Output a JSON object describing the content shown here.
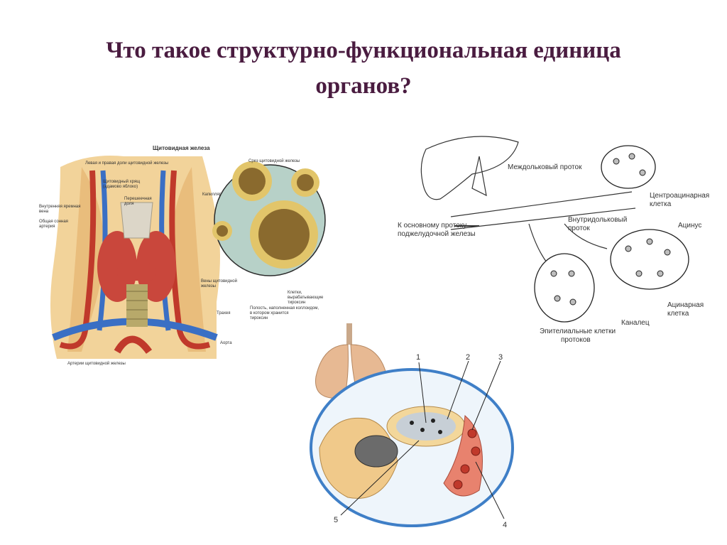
{
  "slide": {
    "title_line1": "Что такое структурно-функциональная единица",
    "title_line2": "органов?"
  },
  "thyroid": {
    "heading": "Щитовидная железа",
    "label_lobes_1": "Левая и правая доли щитовидной железы",
    "label_isthmus_1": "Щитовидный хрящ",
    "label_isthmus_2": "(адамово яблоко)",
    "label_parathyroid_1": "Перешеечная",
    "label_parathyroid_2": "доля",
    "label_jugular_1": "Внутренняя яремная",
    "label_jugular_2": "вена",
    "label_carotid_1": "Общая сонная",
    "label_carotid_2": "артерия",
    "label_veins_1": "Вены щитовидной",
    "label_veins_2": "железы",
    "label_trachea": "Трахея",
    "label_aorta": "Аорта",
    "label_arteries": "Артерии щитовидной железы"
  },
  "thyroid_section": {
    "heading": "Срез щитовидной железы",
    "label_capillary": "Капилляр",
    "label_cells_1": "Клетки,",
    "label_cells_2": "вырабатывающие",
    "label_cells_3": "тироксин",
    "label_cavity_1": "Полость, наполненная коллоидом,",
    "label_cavity_2": "в котором хранится",
    "label_cavity_3": "тироксин"
  },
  "pancreas": {
    "label_interlobular": "Междольковый проток",
    "label_centroacinar_1": "Центроацинарная",
    "label_centroacinar_2": "клетка",
    "label_intralobular_1": "Внутридольковый",
    "label_intralobular_2": "проток",
    "label_main_duct_1": "К основному протоку",
    "label_main_duct_2": "поджелудочной железы",
    "label_acinus": "Ацинус",
    "label_acinar_1": "Ацинарная",
    "label_acinar_2": "клетка",
    "label_canal": "Каналец",
    "label_epithelial_1": "Эпителиальные клетки",
    "label_epithelial_2": "протоков"
  },
  "lung": {
    "num_1": "1",
    "num_2": "2",
    "num_3": "3",
    "num_4": "4",
    "num_5": "5"
  }
}
